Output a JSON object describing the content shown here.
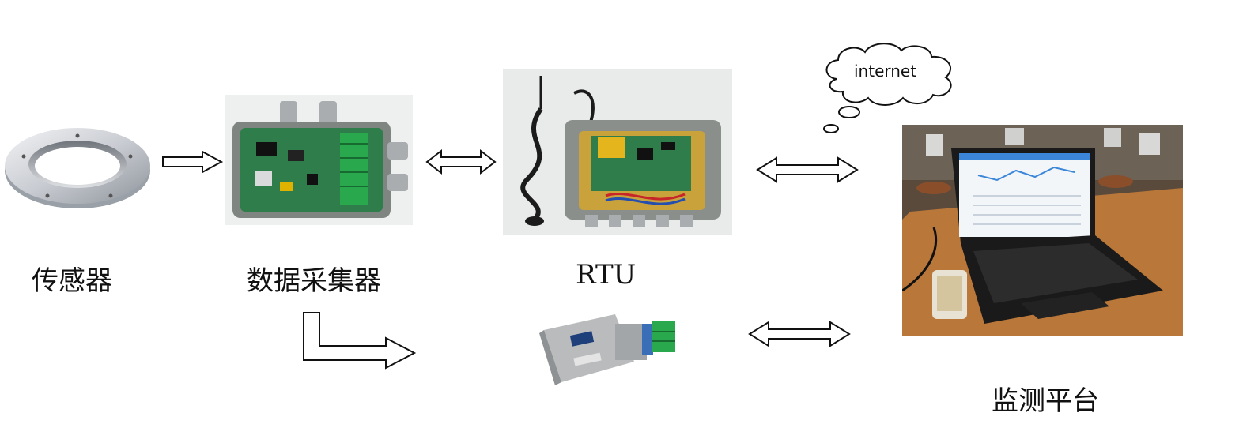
{
  "labels": {
    "sensor": "传感器",
    "collector": "数据采集器",
    "rtu": "RTU",
    "platform": "监测平台"
  },
  "cloud_text": "internet",
  "colors": {
    "ring_metal": "#c9ccd2",
    "enclosure_gray": "#7f8580",
    "pcb_green": "#2f7d4a",
    "terminal_green": "#2aa84d",
    "antenna_black": "#1b1b1b",
    "converter_gray": "#b9bbbd",
    "laptop_black": "#1a1a1a",
    "desk_wood": "#b9773a"
  },
  "icons": [
    "sensor-ring-photo",
    "data-collector-photo",
    "rtu-photo",
    "rs485-converter-photo",
    "laptop-photo",
    "cloud-icon"
  ]
}
